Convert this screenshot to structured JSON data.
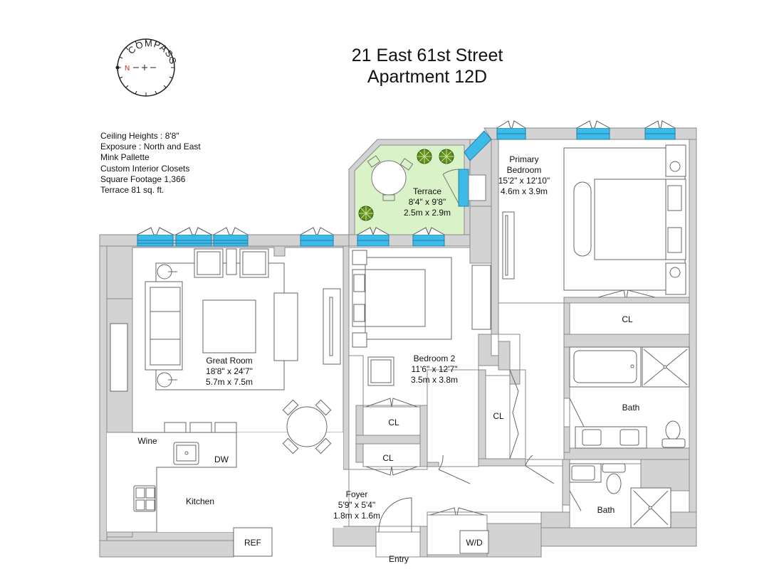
{
  "header": {
    "address": "21 East 61st Street",
    "unit": "Apartment 12D"
  },
  "compass": {
    "label": "COMPASS",
    "north_marker": "N",
    "north_color": "#cc2222",
    "icon": "compass-icon"
  },
  "notes": [
    "Ceiling Heights : 8'8\"",
    "Exposure : North and East",
    "Mink Pallette",
    "Custom Interior Closets",
    "Square Footage 1,366",
    "Terrace 81 sq. ft."
  ],
  "rooms": {
    "terrace": {
      "name": "Terrace",
      "imperial": "8'4\" x 9'8\"",
      "metric": "2.5m x 2.9m"
    },
    "primary_bedroom": {
      "name": "Primary",
      "name2": "Bedroom",
      "imperial": "15'2\" x 12'10\"",
      "metric": "4.6m x 3.9m"
    },
    "great_room": {
      "name": "Great Room",
      "imperial": "18'8\" x 24'7\"",
      "metric": "5.7m x 7.5m"
    },
    "bedroom_2": {
      "name": "Bedroom 2",
      "imperial": "11'6\" x 12'7\"",
      "metric": "3.5m x 3.8m"
    },
    "foyer": {
      "name": "Foyer",
      "imperial": "5'9\" x 5'4\"",
      "metric": "1.8m x 1.6m"
    },
    "kitchen": {
      "name": "Kitchen"
    },
    "bath_primary": {
      "name": "Bath"
    },
    "bath_second": {
      "name": "Bath"
    }
  },
  "fixtures": {
    "wine": "Wine",
    "dishwasher": "DW",
    "refrigerator": "REF",
    "washer_dryer": "W/D",
    "entry": "Entry",
    "closet_primary": "CL",
    "closet_hall": "CL",
    "closet_bed2_upper": "CL",
    "closet_bed2_lower": "CL"
  },
  "colors": {
    "wall": "#d3d3d3",
    "wall_line": "#888888",
    "window": "#3dbbe8",
    "terrace": "#d9f2c8",
    "plant": "#5f8f1e",
    "line": "#555555"
  }
}
